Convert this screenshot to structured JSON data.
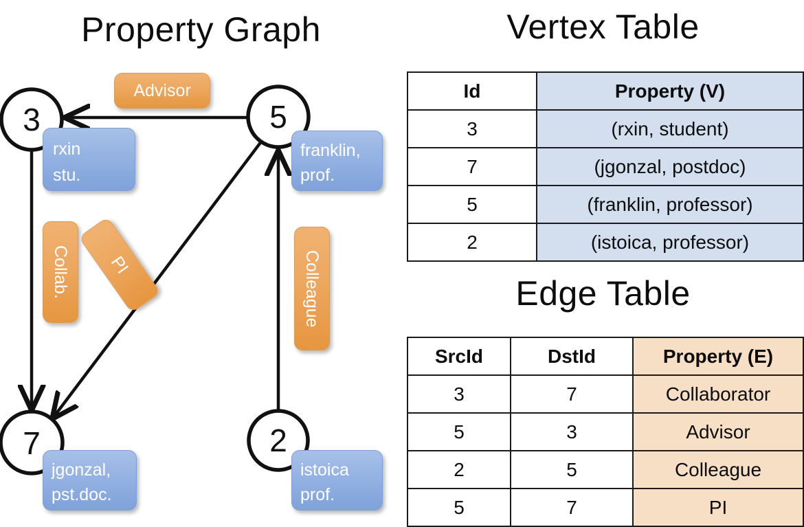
{
  "titles": {
    "property_graph": "Property Graph",
    "vertex_table": "Vertex Table",
    "edge_table": "Edge Table"
  },
  "graph": {
    "nodes": [
      {
        "id": "3",
        "label": "3",
        "property_label": "rxin\nstu."
      },
      {
        "id": "5",
        "label": "5",
        "property_label": "franklin,\nprof."
      },
      {
        "id": "7",
        "label": "7",
        "property_label": "jgonzal,\npst.doc."
      },
      {
        "id": "2",
        "label": "2",
        "property_label": "istoica\nprof."
      }
    ],
    "node_properties": {
      "rxin_line1": "rxin",
      "rxin_line2": "stu.",
      "franklin_line1": "franklin,",
      "franklin_line2": "prof.",
      "jgonzal_line1": "jgonzal,",
      "jgonzal_line2": "pst.doc.",
      "istoica_line1": "istoica",
      "istoica_line2": "prof."
    },
    "edge_labels": {
      "advisor": "Advisor",
      "collab": "Collab.",
      "pi": "PI",
      "colleague": "Colleague"
    },
    "edges": [
      {
        "src": "5",
        "dst": "3",
        "label": "Advisor"
      },
      {
        "src": "3",
        "dst": "7",
        "label": "Collab."
      },
      {
        "src": "5",
        "dst": "7",
        "label": "PI"
      },
      {
        "src": "2",
        "dst": "5",
        "label": "Colleague"
      }
    ]
  },
  "vertex_table": {
    "headers": [
      "Id",
      "Property (V)"
    ],
    "rows": [
      {
        "id": "3",
        "property": "(rxin, student)"
      },
      {
        "id": "7",
        "property": "(jgonzal, postdoc)"
      },
      {
        "id": "5",
        "property": "(franklin, professor)"
      },
      {
        "id": "2",
        "property": "(istoica, professor)"
      }
    ]
  },
  "edge_table": {
    "headers": [
      "SrcId",
      "DstId",
      "Property (E)"
    ],
    "rows": [
      {
        "src": "3",
        "dst": "7",
        "property": "Collaborator"
      },
      {
        "src": "5",
        "dst": "3",
        "property": "Advisor"
      },
      {
        "src": "2",
        "dst": "5",
        "property": "Colleague"
      },
      {
        "src": "5",
        "dst": "7",
        "property": "PI"
      }
    ]
  },
  "colors": {
    "vertex_property_fill": "#d3dfef",
    "edge_property_fill": "#f7dfc5",
    "node_box_blue": "#94b2e2",
    "edge_label_orange": "#eda75f",
    "stroke": "#111111",
    "background": "#ffffff"
  }
}
